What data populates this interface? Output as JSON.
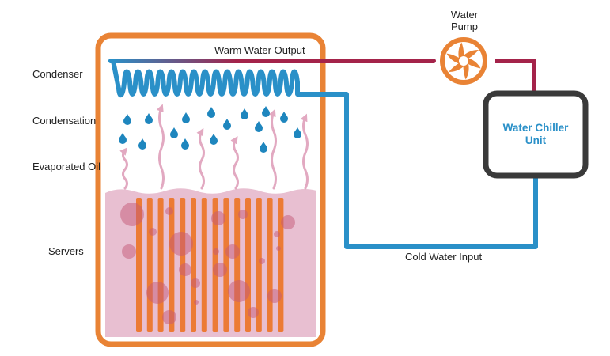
{
  "labels": {
    "condenser": "Condenser",
    "condensation": "Condensation",
    "evaporated_oil": "Evaporated Oil",
    "servers": "Servers",
    "warm_water_output": "Warm Water Output",
    "cold_water_input": "Cold Water Input",
    "water_pump_line1": "Water",
    "water_pump_line2": "Pump",
    "chiller_line1": "Water Chiller",
    "chiller_line2": "Unit"
  },
  "colors": {
    "tank_border": "#e98335",
    "oil": "#e8bfd1",
    "bubble": "#c45a78",
    "server_bar": "#ec7b35",
    "cold_pipe": "#2a90c8",
    "warm_pipe": "#a4234a",
    "droplet": "#1e86be",
    "vapor": "#e2a9c1",
    "chiller_border": "#3a3a3a",
    "chiller_text": "#2a90c8"
  },
  "icons": {
    "pump": "pump-impeller-icon",
    "droplet": "water-droplet-icon",
    "vapor": "vapor-wave-arrow-icon"
  }
}
